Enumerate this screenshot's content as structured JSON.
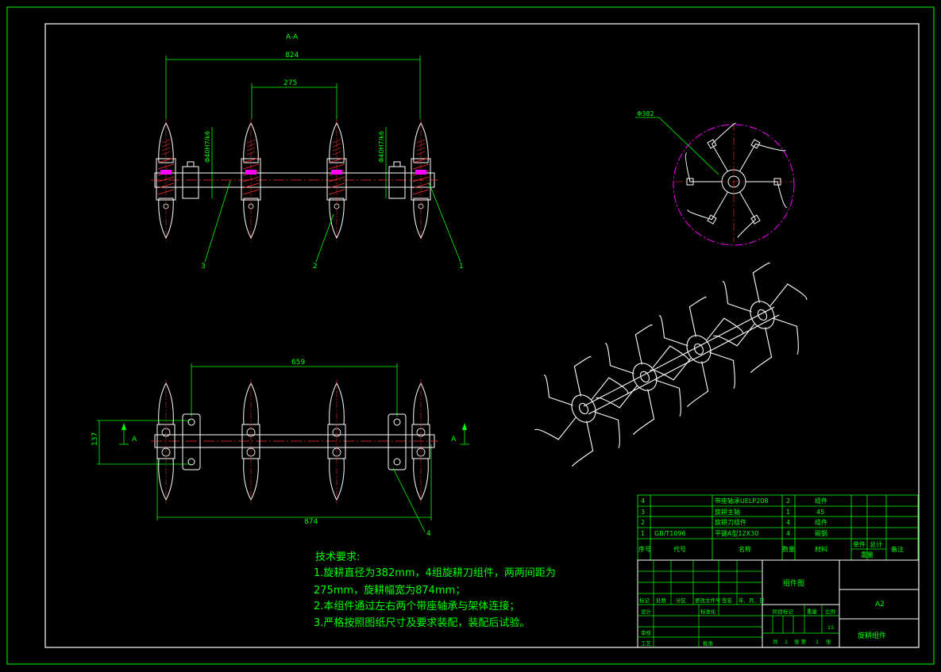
{
  "section_label": "A-A",
  "front_view_dims": {
    "overall": "824",
    "spacing": "275",
    "fit_left": "Φ40H7/k6",
    "fit_right": "Φ40H7/k6"
  },
  "front_view_balloons": [
    "3",
    "2",
    "1"
  ],
  "top_view_dims": {
    "bearing_span": "659",
    "overall": "874",
    "height": "137"
  },
  "top_view_markers": {
    "section_left": "A",
    "section_right": "A",
    "balloon": "4"
  },
  "side_view": {
    "diameter": "Φ382"
  },
  "tech_requirements": {
    "title": "技术要求:",
    "lines": [
      "1.旋耕直径为382mm，4组旋耕刀组件，两两间距为",
      "275mm，旋耕幅宽为874mm；",
      "2.本组件通过左右两个带座轴承与架体连接；",
      "3.严格按照图纸尺寸及要求装配，装配后试验。"
    ]
  },
  "bom": {
    "rows": [
      {
        "no": "4",
        "code": "",
        "name": "带座轴承UELP208",
        "qty": "2",
        "material": "组件"
      },
      {
        "no": "3",
        "code": "",
        "name": "旋耕主轴",
        "qty": "1",
        "material": "45"
      },
      {
        "no": "2",
        "code": "",
        "name": "旋耕刀组件",
        "qty": "4",
        "material": "组件"
      },
      {
        "no": "1",
        "code": "GB/T1096",
        "name": "平键A型12X30",
        "qty": "4",
        "material": "碳钢"
      }
    ],
    "header": {
      "no": "序号",
      "code": "代号",
      "name": "名称",
      "qty": "数量",
      "material": "材料",
      "unit": "单件",
      "total": "总计",
      "weight": "重量",
      "remark": "备注"
    }
  },
  "title_block": {
    "drawing_title": "组件图",
    "sheet_size": "A2",
    "part_name": "旋耕组件",
    "scale": "15",
    "labels": {
      "mark": "标记",
      "count": "处数",
      "zone": "分区",
      "change_doc": "更改文件号",
      "signature": "签名",
      "date": "年、月、日",
      "design": "设计",
      "standardize": "标准化",
      "stage_mark": "阶段标记",
      "weight": "重量",
      "ratio": "比例",
      "review": "审核",
      "process": "工艺",
      "approve": "批准"
    },
    "sheet_info": {
      "total_label": "共",
      "total": "1",
      "sheet_label": "张 第",
      "sheet": "1",
      "end": "张"
    }
  },
  "colors": {
    "border": "#00ff00",
    "outline": "#ffffff",
    "center": "#ff3030",
    "hatch": "#ff3030",
    "dimension": "#00ff00",
    "phantom": "#ff00ff",
    "text": "#00ff00"
  }
}
